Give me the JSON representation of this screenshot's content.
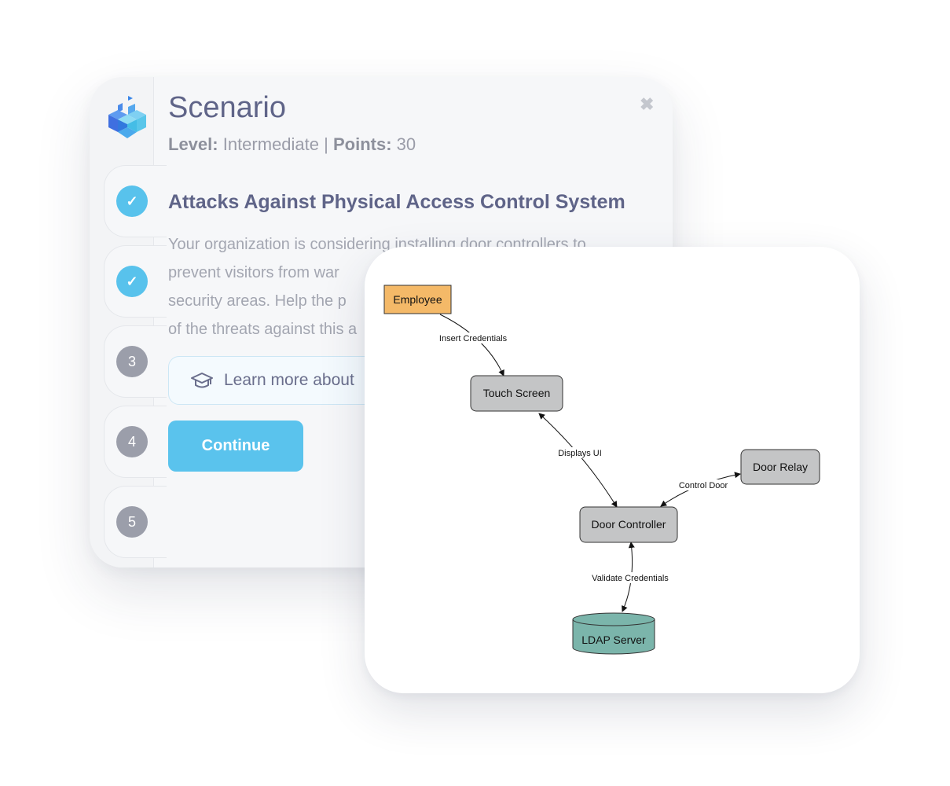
{
  "scenario": {
    "title": "Scenario",
    "level_label": "Level:",
    "level_value": "Intermediate",
    "separator": "|",
    "points_label": "Points:",
    "points_value": "30",
    "close_icon": "close-icon",
    "challenge_title": "Attacks Against Physical Access Control System",
    "description_lines": [
      "Your organization is considering installing door controllers to",
      "prevent visitors from war",
      "security areas. Help the p",
      "of the threats against this a"
    ],
    "learn_more": "Learn more about",
    "continue_label": "Continue"
  },
  "steps": [
    {
      "status": "done",
      "label": "✓"
    },
    {
      "status": "done",
      "label": "✓"
    },
    {
      "status": "todo",
      "label": "3"
    },
    {
      "status": "todo",
      "label": "4"
    },
    {
      "status": "todo",
      "label": "5"
    }
  ],
  "colors": {
    "accent": "#5ac3ed",
    "title": "#5f6488",
    "employee_node": "#f4b968",
    "process_node": "#c4c5c6",
    "database_node": "#7bb5ab"
  },
  "diagram": {
    "nodes": {
      "employee": "Employee",
      "touch_screen": "Touch Screen",
      "door_relay": "Door Relay",
      "door_controller": "Door Controller",
      "ldap_server": "LDAP Server"
    },
    "edges": {
      "insert_credentials": "Insert Credentials",
      "displays_ui": "Displays UI",
      "control_door": "Control Door",
      "validate_credentials": "Validate Credentials"
    }
  }
}
